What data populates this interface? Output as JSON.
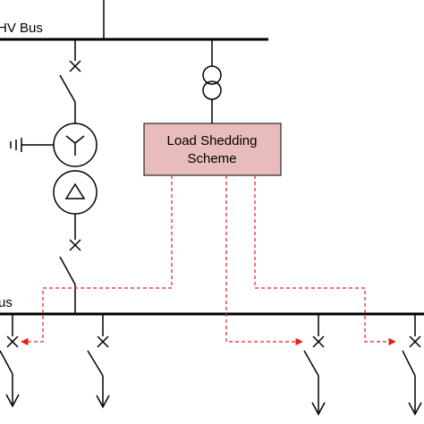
{
  "diagram": {
    "hv_bus_label": "HV Bus",
    "lv_bus_label": "Bus",
    "scheme_line1": "Load Shedding",
    "scheme_line2": "Scheme"
  },
  "colors": {
    "line": "#000000",
    "signal": "#e0201b",
    "scheme_fill": "#e8bcbc",
    "scheme_stroke": "#000000"
  }
}
